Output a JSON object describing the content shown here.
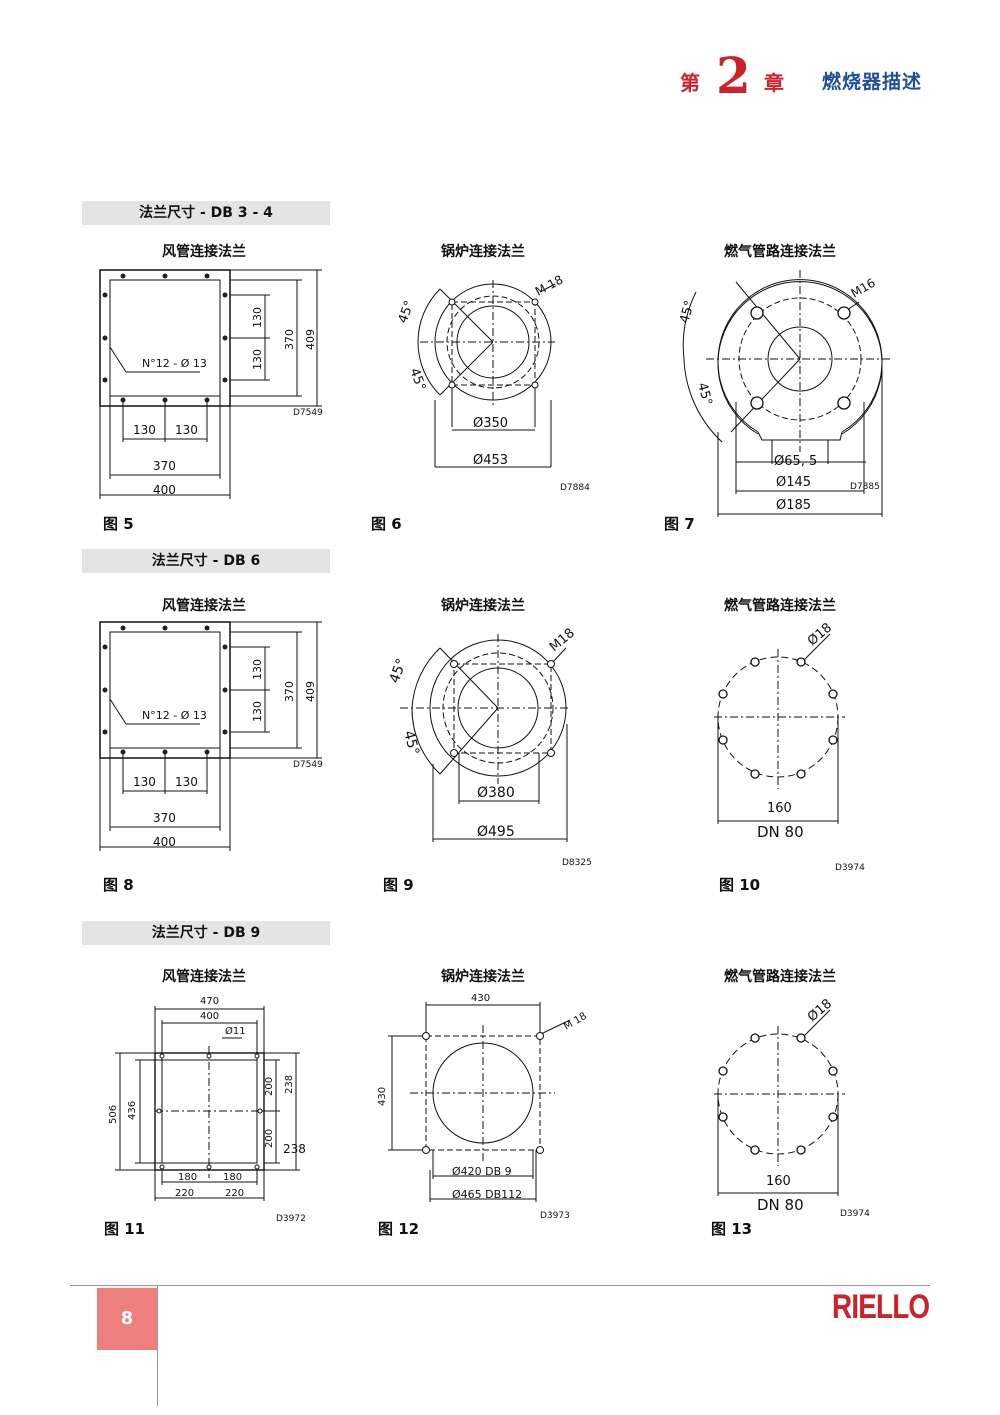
{
  "header": {
    "di": "第",
    "chapter_num": "2",
    "zhang": "章",
    "title": "燃烧器描述"
  },
  "sections": [
    {
      "title": "法兰尺寸 - DB 3 - 4",
      "subtitles": [
        "风管连接法兰",
        "锅炉连接法兰",
        "燃气管路连接法兰"
      ],
      "figures": [
        "图 5",
        "图 6",
        "图 7"
      ]
    },
    {
      "title": "法兰尺寸 - DB 6",
      "subtitles": [
        "风管连接法兰",
        "锅炉连接法兰",
        "燃气管路连接法兰"
      ],
      "figures": [
        "图 8",
        "图 9",
        "图 10"
      ]
    },
    {
      "title": "法兰尺寸 - DB 9",
      "subtitles": [
        "风管连接法兰",
        "锅炉连接法兰",
        "燃气管路连接法兰"
      ],
      "figures": [
        "图 11",
        "图 12",
        "图 13"
      ]
    }
  ],
  "drawings": {
    "fig5": {
      "holes": "N°12 - Ø 13",
      "d130a": "130",
      "d130b": "130",
      "v130a": "130",
      "v130b": "130",
      "v370": "370",
      "v409": "409",
      "h370": "370",
      "h400": "400",
      "code": "D7549"
    },
    "fig6": {
      "ang1": "45°",
      "ang2": "45°",
      "thread": "M 18",
      "d1": "Ø350",
      "d2": "Ø453",
      "code": "D7884"
    },
    "fig7": {
      "ang1": "45°",
      "ang2": "45°",
      "thread": "M16",
      "d1": "Ø65, 5",
      "d2": "Ø145",
      "d3": "Ø185",
      "code": "D7885"
    },
    "fig8": {
      "holes": "N°12 - Ø 13",
      "d130a": "130",
      "d130b": "130",
      "v130a": "130",
      "v130b": "130",
      "v370": "370",
      "v409": "409",
      "h370": "370",
      "h400": "400",
      "code": "D7549"
    },
    "fig9": {
      "ang1": "45°",
      "ang2": "45°",
      "thread": "M18",
      "d1": "Ø380",
      "d2": "Ø495",
      "code": "D8325"
    },
    "fig10": {
      "hole": "Ø18",
      "pcd": "160",
      "dn": "DN 80",
      "code": "D3974"
    },
    "fig11": {
      "w470": "470",
      "w400": "400",
      "hole": "Ø11",
      "h506": "506",
      "h436": "436",
      "v200a": "200",
      "v200b": "200",
      "v238a": "238",
      "v238b": "238",
      "h180a": "180",
      "h180b": "180",
      "h220a": "220",
      "h220b": "220",
      "code": "D3972"
    },
    "fig12": {
      "w430": "430",
      "h430": "430",
      "thread": "M 18",
      "d1": "Ø420  DB 9",
      "d2": "Ø465  DB112",
      "code": "D3973"
    },
    "fig13": {
      "hole": "Ø18",
      "pcd": "160",
      "dn": "DN 80",
      "code": "D3974"
    }
  },
  "footer": {
    "page": "8",
    "logo": "RIELLO"
  }
}
